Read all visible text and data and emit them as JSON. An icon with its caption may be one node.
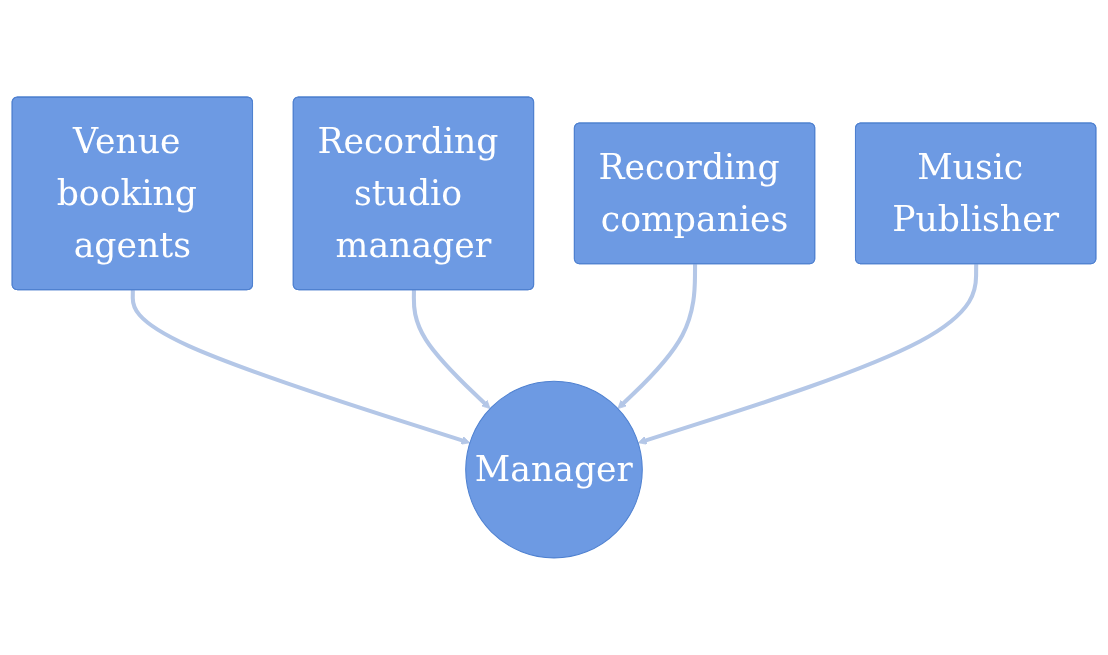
{
  "diagram": {
    "nodes": [
      {
        "text": [
          "Venue booking agents"
        ]
      },
      {
        "text": [
          "Recording studio manager"
        ]
      },
      {
        "text": [
          "Recording companies"
        ]
      },
      {
        "text": [
          "Manager"
        ]
      },
      {
        "text": [
          "Music Publisher"
        ]
      }
    ],
    "edges": [
      {
        "from": 0,
        "to": 3,
        "arrow": "to"
      },
      {
        "from": 1,
        "to": 3,
        "arrow": "to"
      },
      {
        "from": 2,
        "to": 3,
        "arrow": "to"
      },
      {
        "from": 4,
        "to": 3,
        "arrow": "to"
      }
    ]
  }
}
